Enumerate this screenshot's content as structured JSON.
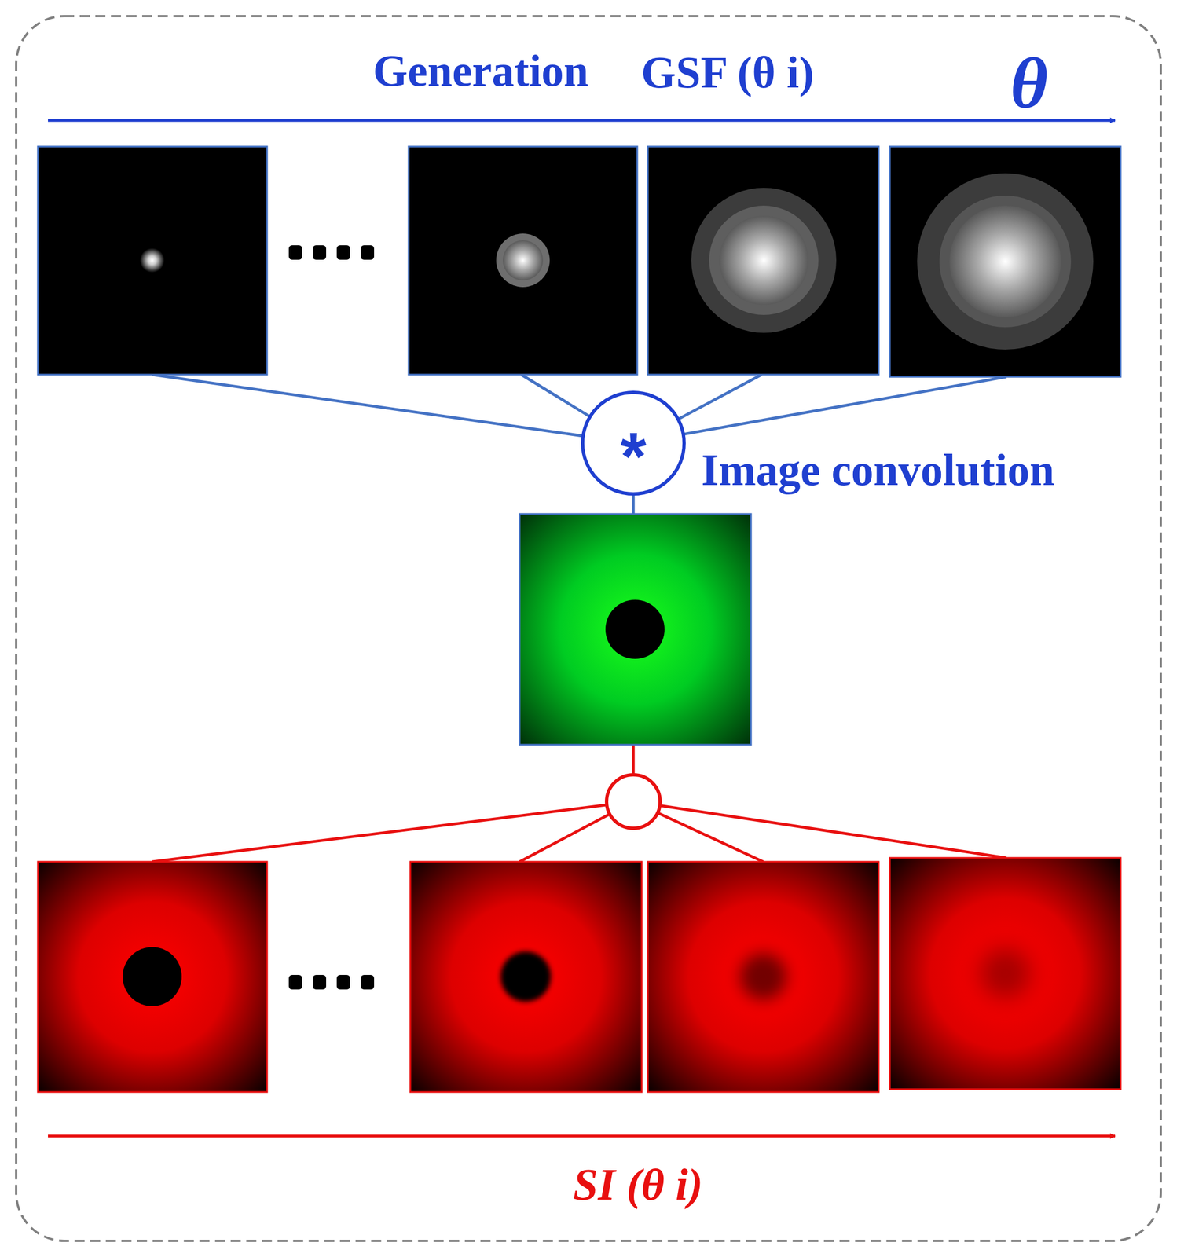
{
  "diagram": {
    "nodes": [
      {
        "text": [
          "*"
        ]
      }
    ],
    "labels": [
      "Generation",
      "GSF (θ i)",
      "θ",
      "Image convolution",
      "SI (θ i)"
    ]
  }
}
